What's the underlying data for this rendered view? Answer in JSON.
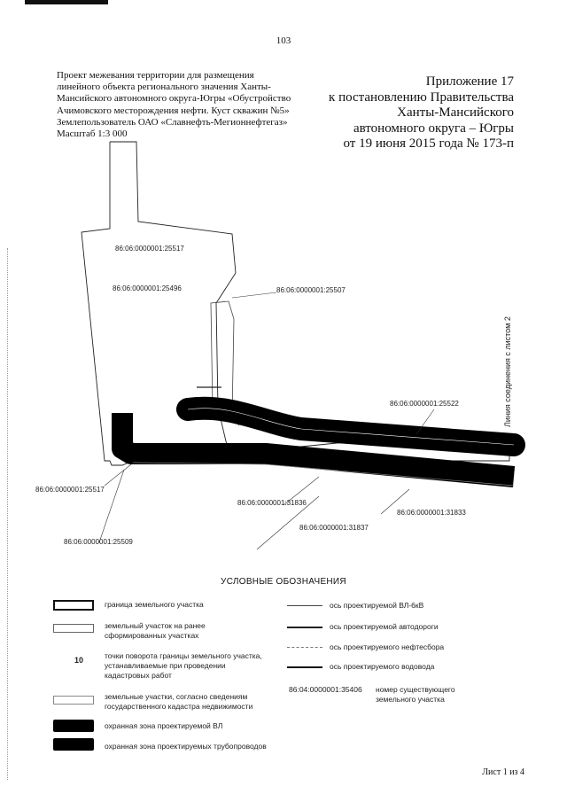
{
  "page_number": "103",
  "project_text": [
    "Проект межевания территории для размещения",
    "линейного объекта регионального значения Ханты-",
    "Мансийского автономного округа-Югры «Обустройство",
    "Ачимовского месторождения нефти. Куст скважин №5»",
    "Землепользователь ОАО «Славнефть-Мегионнефтегаз»",
    "Масштаб 1:3 000"
  ],
  "appendix": [
    "Приложение 17",
    "к постановлению Правительства",
    "Ханты-Мансийского",
    "автономного округа – Югры",
    "от 19 июня 2015 года № 173-п"
  ],
  "map": {
    "parcel_labels": {
      "p25517_top": "86:06:0000001:25517",
      "p25496": "86:06:0000001:25496",
      "p25507": "86:06:0000001:25507",
      "p25522": "86:06:0000001:25522",
      "p25517_bottom": "86:06:0000001:25517",
      "p31836": "86:06:0000001:31836",
      "p31833": "86:06:0000001:31833",
      "p31837": "86:06:0000001:31837",
      "p25509": "86:06:0000001:25509"
    },
    "junction_label": "Линия соединения с листом 2"
  },
  "legend": {
    "title": "УСЛОВНЫЕ ОБОЗНАЧЕНИЯ",
    "left": [
      "граница земельного участка",
      "земельный участок на ранее сформированных участках",
      "точки поворота границы земельного участка, устанавливаемые при проведении кадастровых работ",
      "земельные участки, согласно сведениям государственного кадастра недвижимости",
      "охранная зона проектируемой ВЛ",
      "охранная зона проектируемых трубопроводов"
    ],
    "point_number": "10",
    "right": [
      "ось проектируемой ВЛ-6кВ",
      "ось проектируемой автодороги",
      "ось проектируемого нефтесбора",
      "ось проектируемого водовода"
    ],
    "cadastral_example": "86:04:0000001:35406",
    "cadastral_example_desc": "номер существующего земельного участка"
  },
  "sheet": "Лист 1 из 4"
}
